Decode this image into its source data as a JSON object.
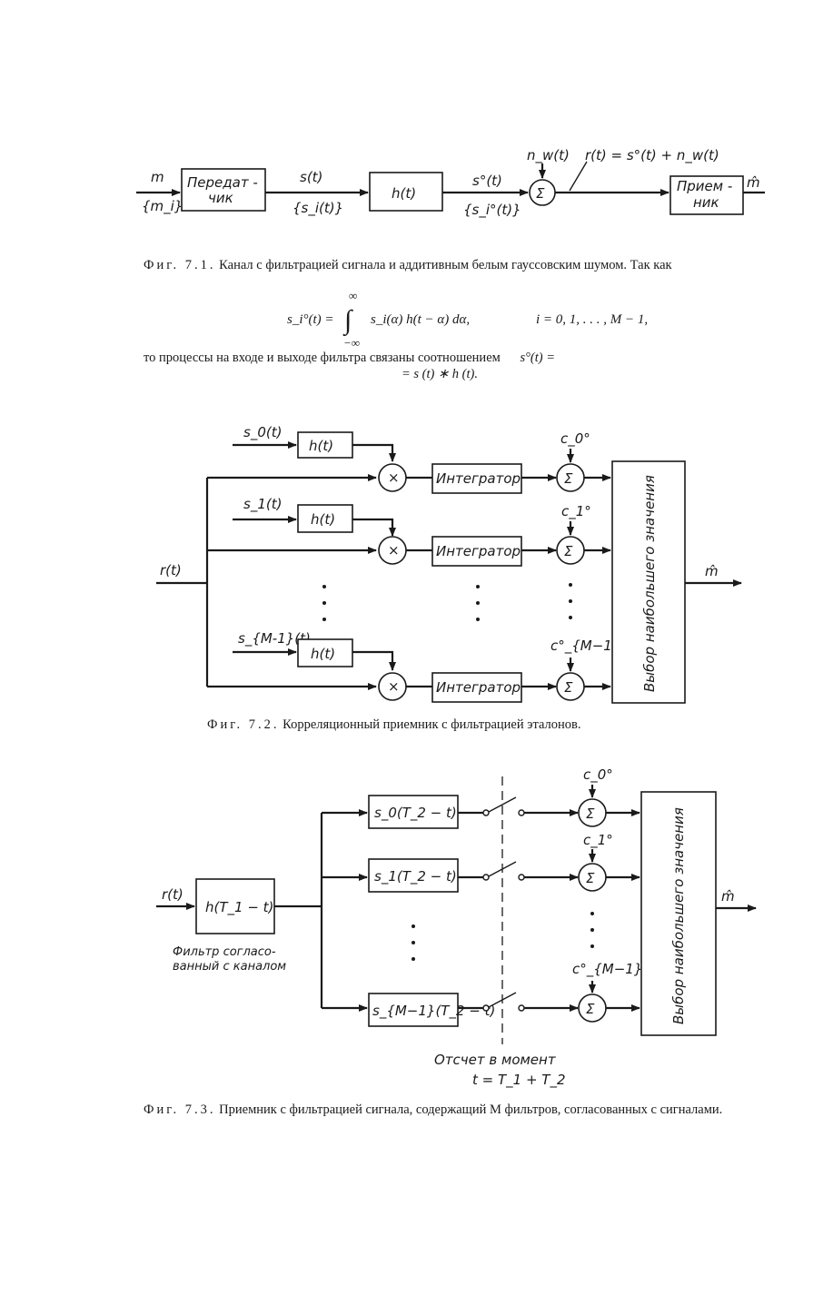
{
  "fig1": {
    "input_m": "m",
    "input_mi": "{m_i}",
    "transmitter_l1": "Передат -",
    "transmitter_l2": "чик",
    "s_t": "s(t)",
    "s_i_t": "{s_i(t)}",
    "h_t": "h(t)",
    "s0_t": "s°(t)",
    "s0_i_t": "{s_i°(t)}",
    "noise": "n_w(t)",
    "r_eq": "r(t) = s°(t) + n_w(t)",
    "sum": "Σ",
    "receiver_l1": "Прием -",
    "receiver_l2": "ник",
    "output": "m̂",
    "caption_num": "Фиг. 7.1.",
    "caption_text": "Канал с фильтрацией сигнала и аддитивным белым гауссовским шумом. Так как"
  },
  "equation": {
    "lhs": "s_i°(t) =",
    "upper": "∞",
    "lower": "−∞",
    "integrand": "s_i(α) h(t − α) dα,",
    "range": "i = 0, 1, . . . , M − 1,"
  },
  "text_after": {
    "line1_a": "то   процессы   на   входе   и   выходе   фильтра   связаны   соотношением",
    "line1_b": "s°(t) =",
    "line2": "= s (t) ∗ h (t)."
  },
  "fig2": {
    "r_t": "r(t)",
    "s0": "s_0(t)",
    "s1": "s_1(t)",
    "sM": "s_{M-1}(t)",
    "h_t": "h(t)",
    "mult": "×",
    "integrator": "Интегратор",
    "sum": "Σ",
    "c0": "c_0°",
    "c1": "c_1°",
    "cM": "c°_{M−1}",
    "selector": "Выбор наибольшего значения",
    "output": "m̂",
    "caption_num": "Фиг. 7.2.",
    "caption_text": "Корреляционный приемник с фильтрацией эталонов."
  },
  "fig3": {
    "r_t": "r(t)",
    "h_block": "h(T_1 − t)",
    "filter_l1": "Фильтр согласо-",
    "filter_l2": "ванный с каналом",
    "f0": "s_0(T_2 − t)",
    "f1": "s_1(T_2 − t)",
    "fM": "s_{M−1}(T_2 − t)",
    "sum": "Σ",
    "c0": "c_0°",
    "c1": "c_1°",
    "cM": "c°_{M−1}",
    "selector": "Выбор наибольшего значения",
    "output": "m̂",
    "sample_l1": "Отсчет в момент",
    "sample_l2": "t = T_1 + T_2",
    "caption_num": "Фиг. 7.3.",
    "caption_text": "Приемник с фильтрацией сигнала, содержащий M фильтров, согласованных с сигналами."
  }
}
